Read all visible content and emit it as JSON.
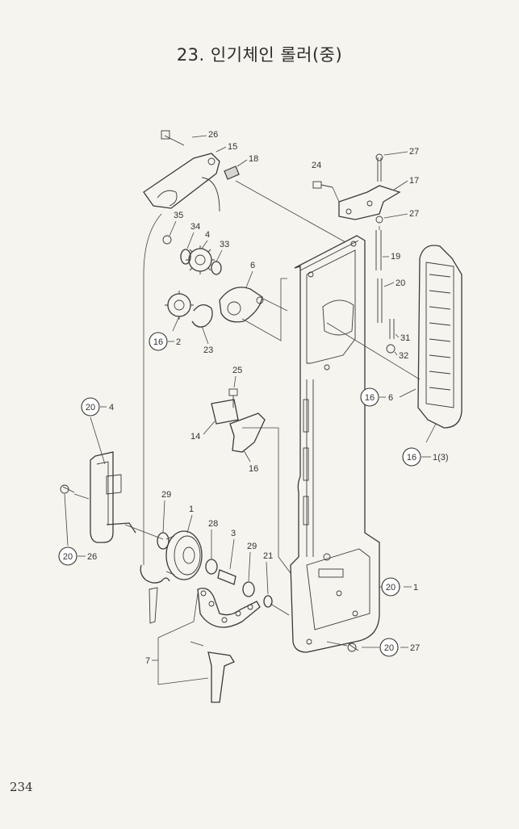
{
  "header": {
    "title": "23. 인기체인 롤러(중)"
  },
  "footer": {
    "page_number": "234"
  },
  "callouts": [
    {
      "num": "26"
    },
    {
      "num": "15"
    },
    {
      "num": "18"
    },
    {
      "num": "24"
    },
    {
      "num": "27"
    },
    {
      "num": "17"
    },
    {
      "num": "27"
    },
    {
      "num": "35"
    },
    {
      "num": "34"
    },
    {
      "num": "4"
    },
    {
      "num": "33"
    },
    {
      "num": "6"
    },
    {
      "num": "19"
    },
    {
      "num": "20"
    },
    {
      "num": "2"
    },
    {
      "num": "23"
    },
    {
      "num": "31"
    },
    {
      "num": "32"
    },
    {
      "num": "25"
    },
    {
      "num": "6"
    },
    {
      "num": "4"
    },
    {
      "num": "14"
    },
    {
      "num": "16"
    },
    {
      "num": "1(3)"
    },
    {
      "num": "29"
    },
    {
      "num": "1"
    },
    {
      "num": "28"
    },
    {
      "num": "3"
    },
    {
      "num": "29"
    },
    {
      "num": "21"
    },
    {
      "num": "26"
    },
    {
      "num": "1"
    },
    {
      "num": "7"
    },
    {
      "num": "27"
    }
  ],
  "circled": [
    {
      "num": "16"
    },
    {
      "num": "16"
    },
    {
      "num": "20"
    },
    {
      "num": "16"
    },
    {
      "num": "20"
    },
    {
      "num": "20"
    },
    {
      "num": "20"
    }
  ]
}
